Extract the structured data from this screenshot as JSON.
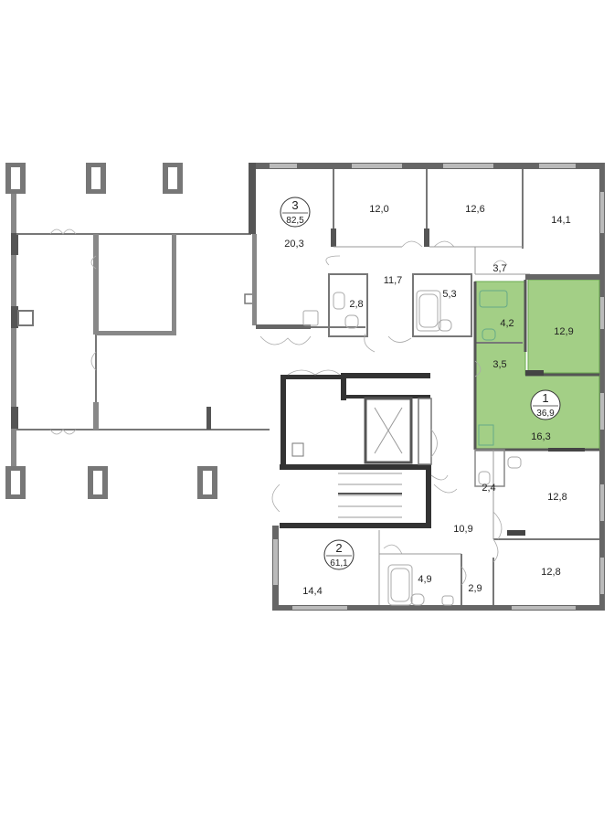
{
  "colors": {
    "highlight": "#9ccc7e",
    "highlight_border": "#6aa84f",
    "wall": "#555555",
    "wall_light": "#888888",
    "fixture": "#bbbbbb"
  },
  "apartments": [
    {
      "id": "apt3",
      "number": "3",
      "area": "82,5"
    },
    {
      "id": "apt1",
      "number": "1",
      "area": "36,9",
      "highlighted": true
    },
    {
      "id": "apt2",
      "number": "2",
      "area": "61,1"
    }
  ],
  "rooms": {
    "r20_3": "20,3",
    "r12_0": "12,0",
    "r12_6": "12,6",
    "r14_1": "14,1",
    "r11_7": "11,7",
    "r2_8": "2,8",
    "r5_3": "5,3",
    "r3_7": "3,7",
    "r4_2": "4,2",
    "r12_9": "12,9",
    "r3_5": "3,5",
    "r16_3": "16,3",
    "r2_4": "2,4",
    "r12_8a": "12,8",
    "r10_9": "10,9",
    "r14_4": "14,4",
    "r4_9": "4,9",
    "r2_9": "2,9",
    "r12_8b": "12,8"
  }
}
